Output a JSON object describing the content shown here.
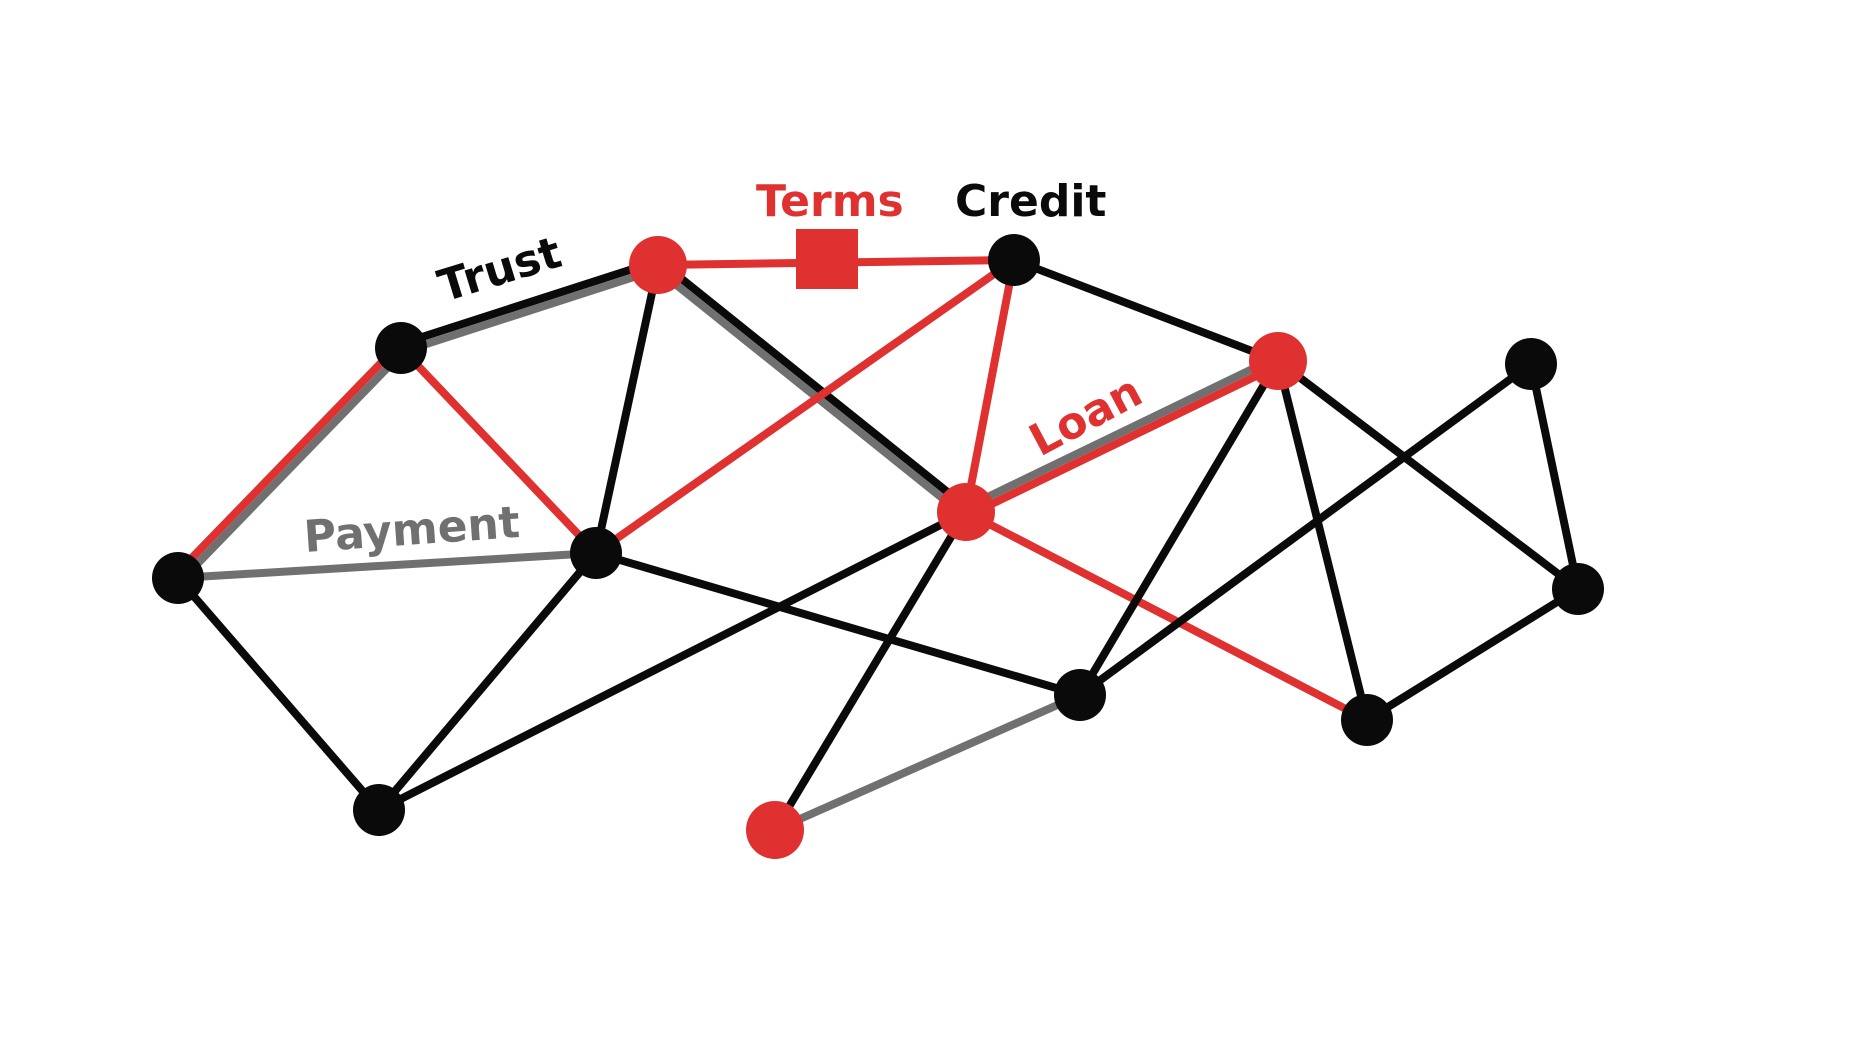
{
  "colors": {
    "black": "#0a0a0a",
    "red": "#e03131",
    "gray": "#707070",
    "background": "#ffffff"
  },
  "labels": {
    "trust": "Trust",
    "terms": "Terms",
    "credit": "Credit",
    "loan": "Loan",
    "payment": "Payment"
  },
  "network": {
    "nodes": [
      {
        "id": "a",
        "color": "black"
      },
      {
        "id": "b",
        "color": "black"
      },
      {
        "id": "c",
        "color": "red"
      },
      {
        "id": "d",
        "color": "black"
      },
      {
        "id": "e",
        "color": "black"
      },
      {
        "id": "f",
        "color": "black"
      },
      {
        "id": "g",
        "color": "red"
      },
      {
        "id": "h",
        "color": "red"
      },
      {
        "id": "i",
        "color": "black"
      },
      {
        "id": "j",
        "color": "red"
      },
      {
        "id": "k",
        "color": "black"
      },
      {
        "id": "l",
        "color": "black"
      },
      {
        "id": "m",
        "color": "black"
      }
    ],
    "edges": [
      {
        "from": "b",
        "to": "c",
        "color": "black"
      },
      {
        "from": "b",
        "to": "c",
        "color": "gray"
      },
      {
        "from": "a",
        "to": "b",
        "color": "red"
      },
      {
        "from": "a",
        "to": "b",
        "color": "gray"
      },
      {
        "from": "b",
        "to": "e",
        "color": "red"
      },
      {
        "from": "a",
        "to": "e",
        "color": "gray"
      },
      {
        "from": "a",
        "to": "f",
        "color": "black"
      },
      {
        "from": "c",
        "to": "e",
        "color": "black"
      },
      {
        "from": "c",
        "to": "g",
        "color": "black"
      },
      {
        "from": "c",
        "to": "g",
        "color": "gray"
      },
      {
        "from": "c",
        "to": "d",
        "color": "red"
      },
      {
        "from": "d",
        "to": "e",
        "color": "red"
      },
      {
        "from": "d",
        "to": "g",
        "color": "red"
      },
      {
        "from": "d",
        "to": "h",
        "color": "black"
      },
      {
        "from": "g",
        "to": "h",
        "color": "gray"
      },
      {
        "from": "g",
        "to": "h",
        "color": "red"
      },
      {
        "from": "e",
        "to": "f",
        "color": "black"
      },
      {
        "from": "e",
        "to": "i",
        "color": "black"
      },
      {
        "from": "f",
        "to": "g",
        "color": "black"
      },
      {
        "from": "g",
        "to": "j",
        "color": "black"
      },
      {
        "from": "g",
        "to": "k",
        "color": "red"
      },
      {
        "from": "j",
        "to": "i",
        "color": "gray"
      },
      {
        "from": "h",
        "to": "i",
        "color": "black"
      },
      {
        "from": "h",
        "to": "k",
        "color": "black"
      },
      {
        "from": "h",
        "to": "m",
        "color": "black"
      },
      {
        "from": "i",
        "to": "l",
        "color": "black"
      },
      {
        "from": "l",
        "to": "m",
        "color": "black"
      },
      {
        "from": "m",
        "to": "k",
        "color": "black"
      }
    ]
  }
}
